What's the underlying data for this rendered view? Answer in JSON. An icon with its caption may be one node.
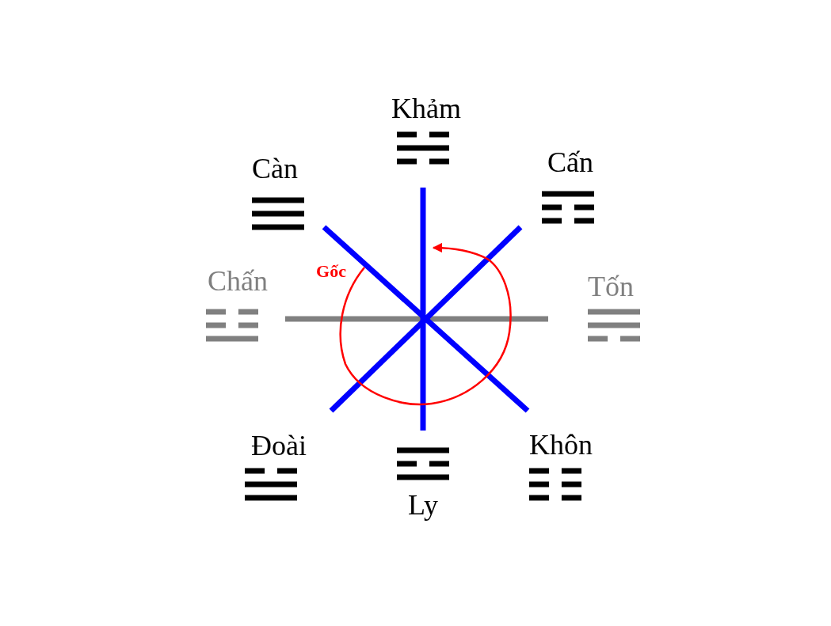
{
  "diagram": {
    "labels": [
      "Khảm",
      "Càn",
      "Cấn",
      "Chấn",
      "Tốn",
      "Gốc",
      "Đoài",
      "Khôn",
      "Ly"
    ]
  }
}
